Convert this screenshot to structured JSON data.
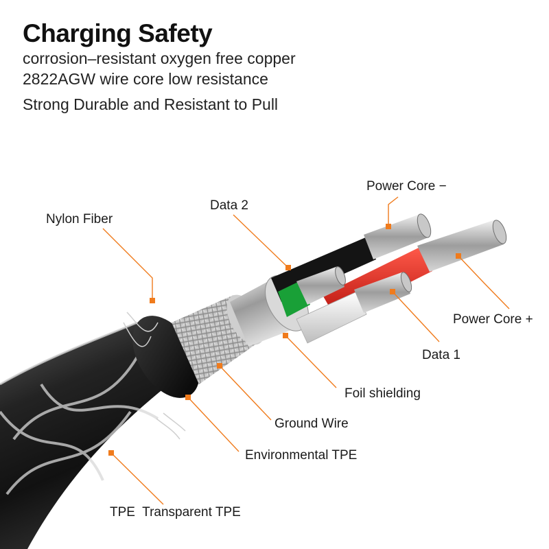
{
  "heading": {
    "title": "Charging Safety",
    "line1": "corrosion–resistant oxygen free copper",
    "line2": "2822AGW wire core low resistance",
    "line3": "Strong Durable and Resistant to Pull"
  },
  "labels": {
    "power_core_minus": "Power Core −",
    "data_2": "Data 2",
    "nylon_fiber": "Nylon Fiber",
    "power_core_plus": "Power Core +",
    "data_1": "Data 1",
    "foil_shielding": "Foil shielding",
    "ground_wire": "Ground Wire",
    "environmental_tpe": "Environmental TPE",
    "tpe_transparent": "TPE  Transparent TPE"
  },
  "colors": {
    "accent": "#f07b1c",
    "jacket": "#1b1b1b",
    "red_core": "#e0261c",
    "green_core": "#1aa33a",
    "black_core": "#151515",
    "white_core": "#e9e9e9"
  }
}
